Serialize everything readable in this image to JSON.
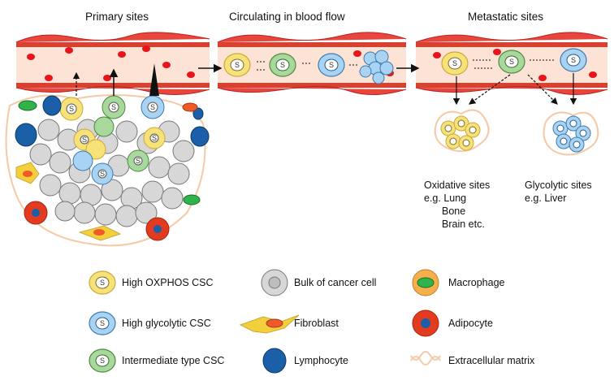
{
  "sections": {
    "primary": "Primary sites",
    "circulating": "Circulating in blood flow",
    "metastatic": "Metastatic sites"
  },
  "cell_letter": "S",
  "site_labels": {
    "oxidative": [
      "Oxidative sites",
      "e.g. Lung",
      "Bone",
      "Brain etc."
    ],
    "glycolytic": [
      "Glycolytic sites",
      "e.g. Liver"
    ]
  },
  "legend": {
    "high_oxphos_csc": "High OXPHOS CSC",
    "high_glycolytic_csc": "High glycolytic CSC",
    "intermediate_csc": "Intermediate type CSC",
    "bulk_cancer": "Bulk of cancer cell",
    "fibroblast": "Fibroblast",
    "lymphocyte": "Lymphocyte",
    "macrophage": "Macrophage",
    "adipocyte": "Adipocyte",
    "ecm": "Extracellular matrix"
  },
  "colors": {
    "vessel_fill": "#fde3d6",
    "vessel_wall": "#e8453c",
    "rbc": "#e8141b",
    "oxphos": "#f7e27a",
    "glycolytic": "#a9d3f2",
    "intermediate": "#a8d89b",
    "bulk": "#d7d7d7",
    "fibroblast": "#f4cf3c",
    "lymphocyte": "#1a5fa8",
    "macrophage_body": "#f5b04b",
    "macrophage_nucleus": "#2fb34a",
    "adipocyte": "#e33b1f",
    "ecm": "#f6c9a6"
  }
}
